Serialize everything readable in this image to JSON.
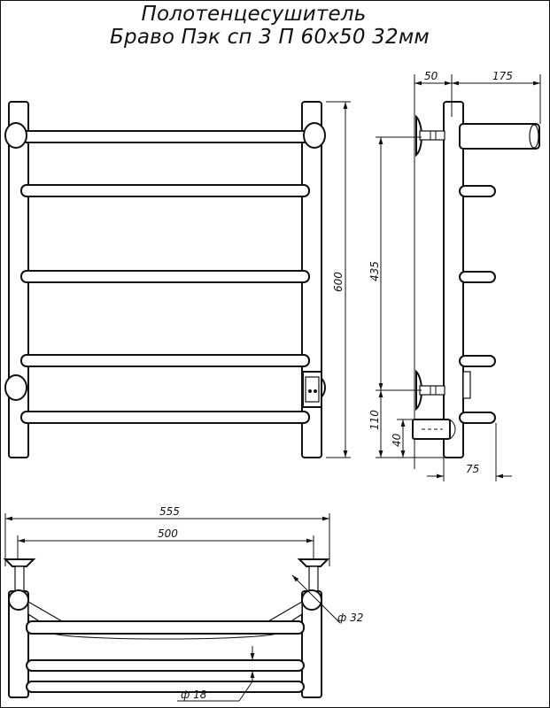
{
  "title": {
    "line1": "Полотенцесушитель",
    "line2": "Браво Пэк сп 3 П 60x50 32мм"
  },
  "dimensions": {
    "side_top_offset": "50",
    "side_top_depth": "175",
    "height_total": "600",
    "axis_distance": "435",
    "bottom_to_axis": "110",
    "connector_height": "40",
    "connector_depth": "75",
    "width_total": "555",
    "width_axis": "500",
    "diameter_pipe": "ф 32",
    "diameter_rung": "ф 18"
  },
  "colors": {
    "line": "#111111",
    "background": "#ffffff"
  }
}
